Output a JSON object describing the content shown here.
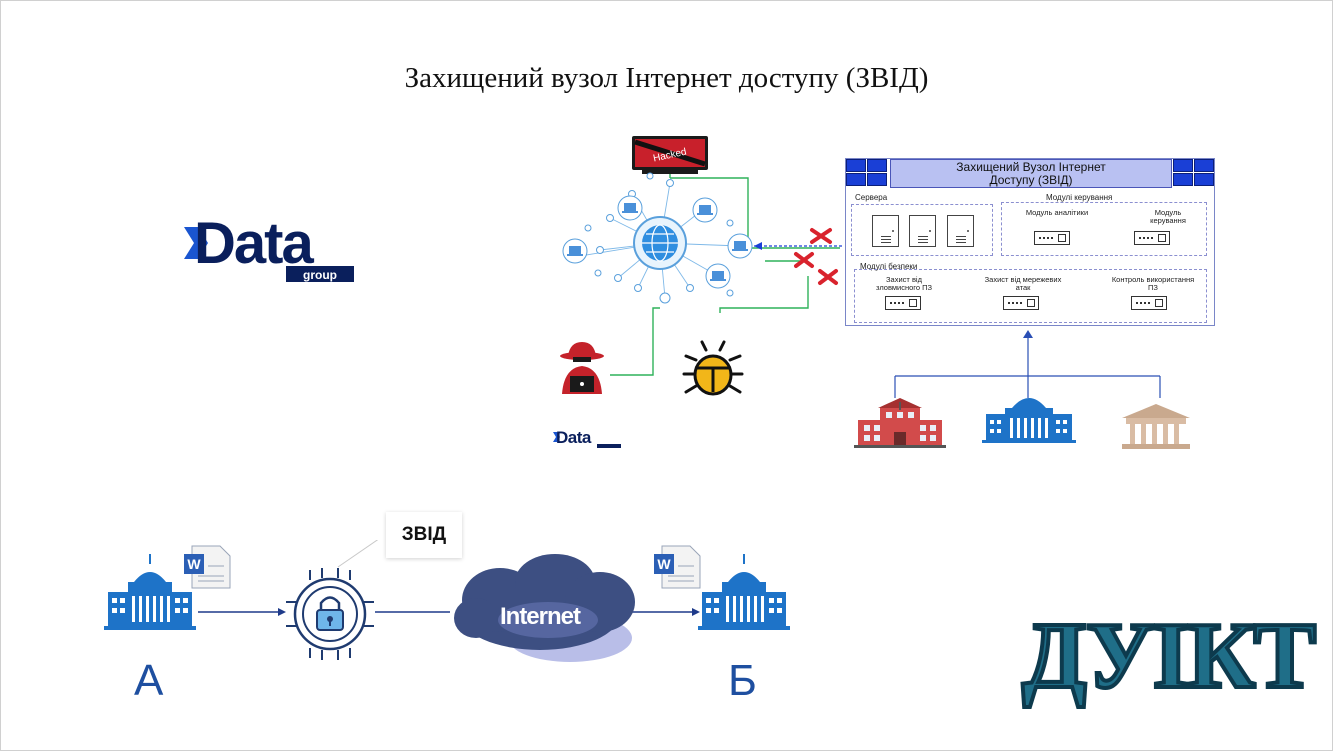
{
  "slide": {
    "title": "Захищений вузол Інтернет доступу (ЗВІД)"
  },
  "logos": {
    "data_word": "Data",
    "data_sub": "group",
    "dukt": "ДУІКТ"
  },
  "attack_diagram": {
    "hacked_screen_text": "Hacked",
    "panel": {
      "title_line1": "Захищений Вузол Інтернет",
      "title_line2": "Доступу (ЗВІД)",
      "servers_label": "Сервера",
      "control_modules_label": "Модулі керування",
      "analytics_module_label": "Модуль аналітики",
      "control_module_label": "Модуль керування",
      "security_modules_label": "Модулі безпеки",
      "malware_protection_label": "Захист від зловмисного ПЗ",
      "network_attack_protection_label": "Захист від мережевих атак",
      "software_control_label": "Контроль використання ПЗ"
    }
  },
  "transfer_diagram": {
    "callout": "ЗВІД",
    "cloud_label": "Internet",
    "sender_label": "А",
    "receiver_label": "Б"
  },
  "colors": {
    "connector_green": "#2fb25a",
    "block_red": "#d9232d",
    "panel_blue": "#1a3fd6",
    "building_blue": "#1e73c8",
    "dukt_teal": "#1f6e88",
    "data_navy": "#0a1f5c"
  }
}
